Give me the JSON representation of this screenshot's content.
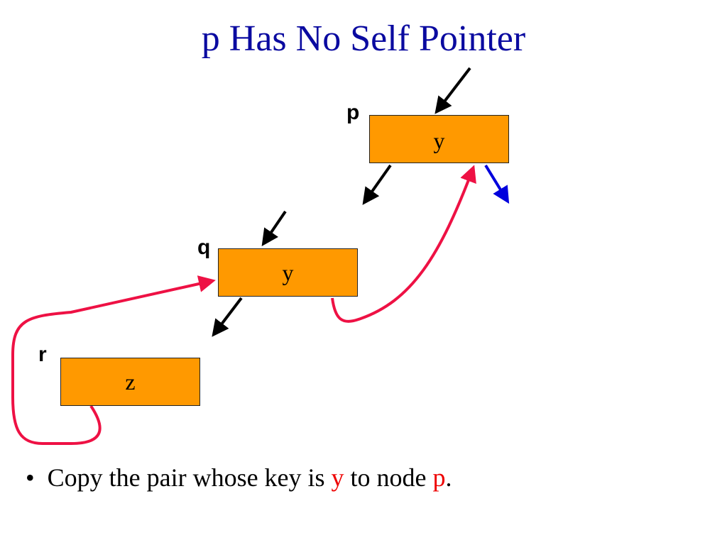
{
  "title": "p Has No Self Pointer",
  "nodes": {
    "p": {
      "label": "p",
      "key": "y"
    },
    "q": {
      "label": "q",
      "key": "y"
    },
    "r": {
      "label": "r",
      "key": "z"
    }
  },
  "bullet": {
    "symbol": "•",
    "text_before": "Copy the pair whose key is",
    "key_highlight": "y",
    "text_middle": "to node",
    "node_highlight": "p",
    "text_end": "."
  },
  "colors": {
    "title": "#0a0aa0",
    "node_fill": "#ff9900",
    "pointer_black": "#000000",
    "pointer_red": "#ee1144",
    "pointer_blue": "#0000dd",
    "highlight": "#ee0000"
  }
}
